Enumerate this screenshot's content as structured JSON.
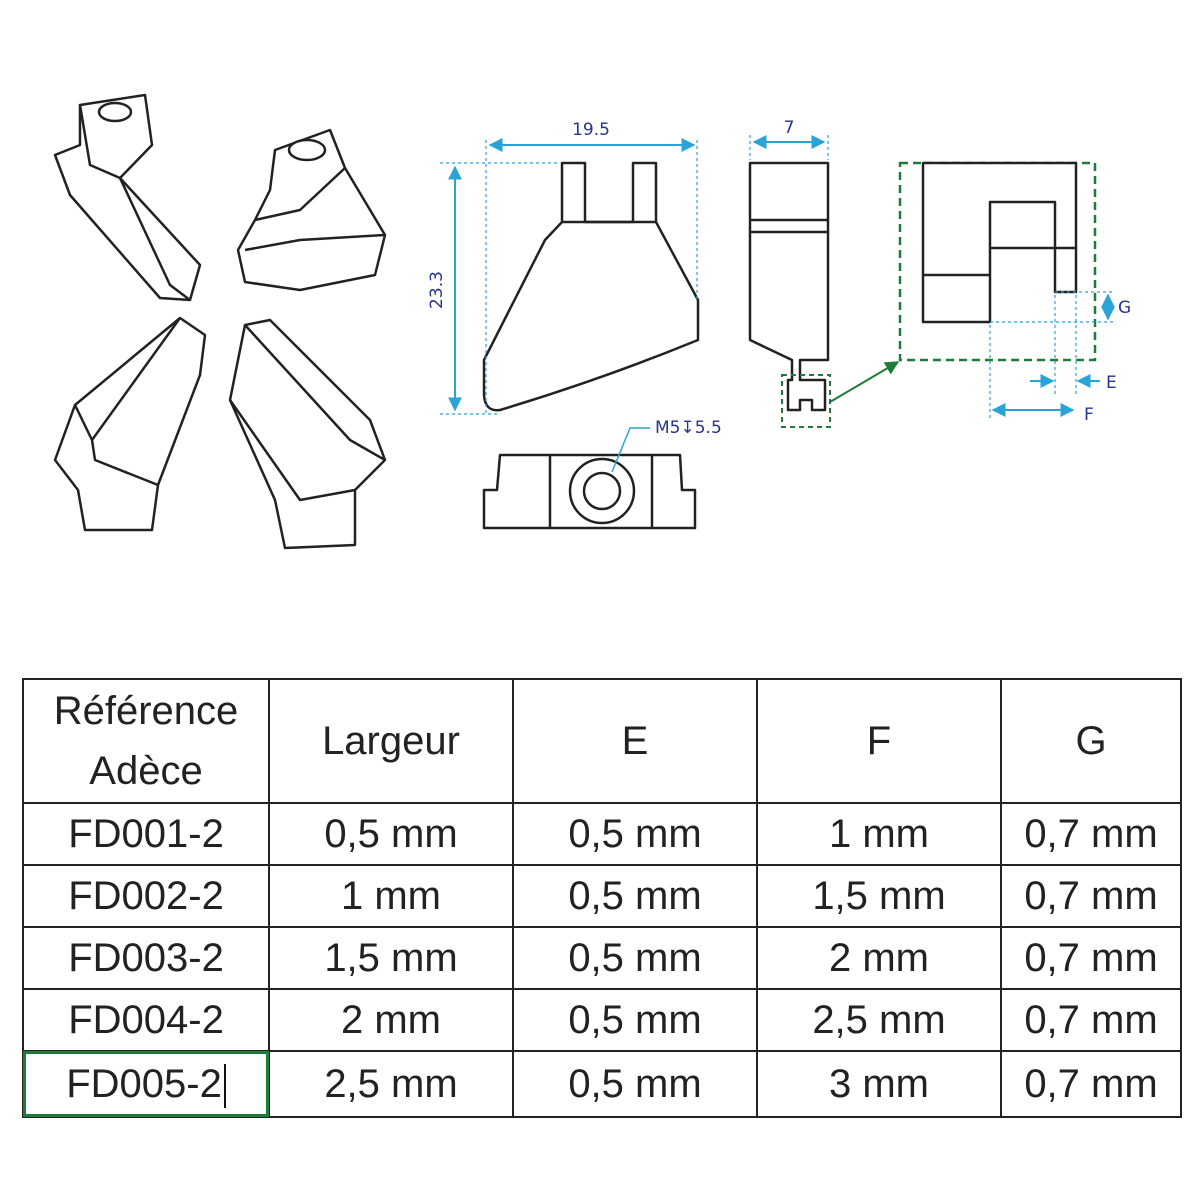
{
  "drawing": {
    "width_label": "19.5",
    "height_label": "23.3",
    "thickness_label": "7",
    "thread_label": "M5↧5.5",
    "e_label": "E",
    "f_label": "F",
    "g_label": "G",
    "dim_color": "#27348b",
    "leader_color": "#2aa3d6",
    "detail_color": "#1e7b3a"
  },
  "table": {
    "headers": [
      "Référence\nAdèce",
      "Largeur",
      "E",
      "F",
      "G"
    ],
    "rows": [
      [
        "FD001-2",
        "0,5 mm",
        "0,5 mm",
        "1 mm",
        "0,7 mm"
      ],
      [
        "FD002-2",
        "1 mm",
        "0,5 mm",
        "1,5 mm",
        "0,7 mm"
      ],
      [
        "FD003-2",
        "1,5 mm",
        "0,5 mm",
        "2 mm",
        "0,7 mm"
      ],
      [
        "FD004-2",
        "2 mm",
        "0,5 mm",
        "2,5 mm",
        "0,7 mm"
      ],
      [
        "FD005-2",
        "2,5 mm",
        "0,5 mm",
        "3 mm",
        "0,7 mm"
      ]
    ]
  }
}
